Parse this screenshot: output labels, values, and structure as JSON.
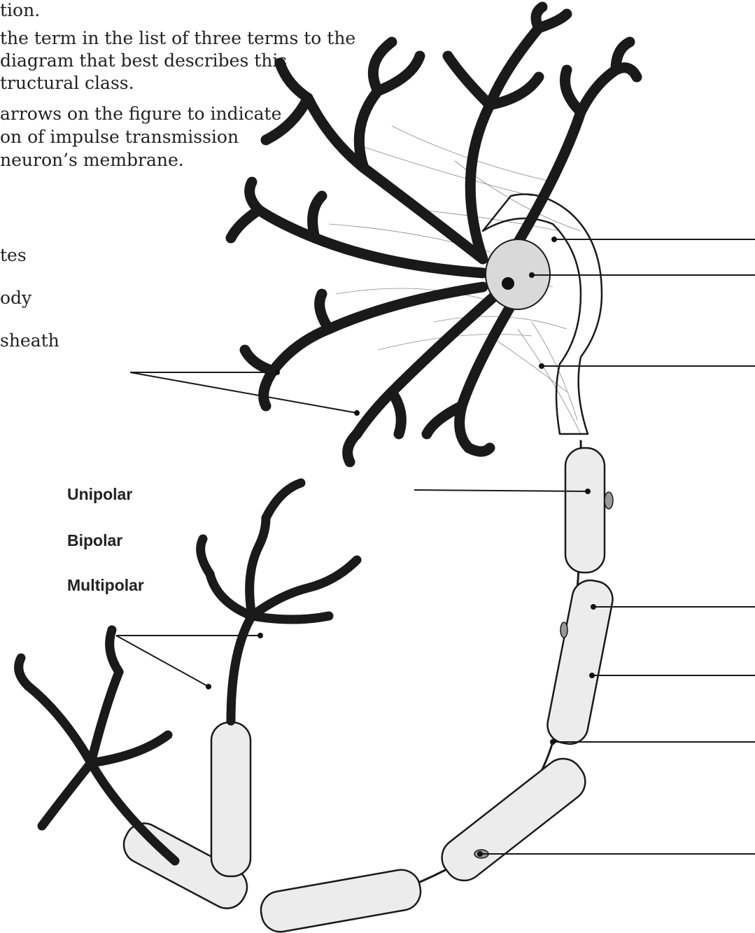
{
  "instructions": [
    "tion.",
    "the term in the list of three terms to the",
    "diagram that best describes this",
    "tructural class.",
    "arrows on the figure to indicate",
    "on of impulse transmission",
    "neuron’s membrane."
  ],
  "terms": [
    "tes",
    "ody",
    "sheath"
  ],
  "classes": [
    "Unipolar",
    "Bipolar",
    "Multipolar"
  ],
  "colors": {
    "line": "#1a1a1a",
    "myelin_fill": "#ececec",
    "text": "#222222"
  }
}
